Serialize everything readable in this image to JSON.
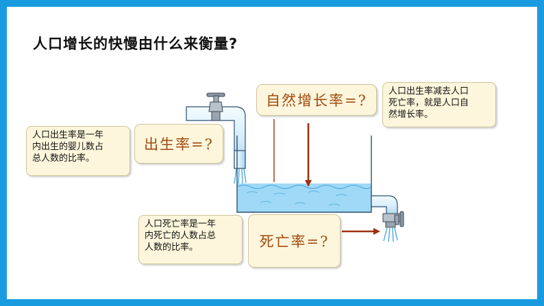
{
  "title": "人口增长的快慢由什么来衡量?",
  "formulas": {
    "natural_growth": "自然增长率=?",
    "birth": "出生率=?",
    "death": "死亡率=?"
  },
  "notes": {
    "natural_growth": "人口出生率减去人口\n死亡率，就是人口自\n然增长率。",
    "birth": "人口出生率是一年\n内出生的婴儿数占\n总人数的比率。",
    "death": "人口死亡率是一年\n内死亡的人数占总\n人数的比率。"
  },
  "colors": {
    "border": "#1a9be0",
    "water": "#9fd9f7",
    "arrow": "#a0300e",
    "formula_text": "#a04a0e",
    "note_bg": "#fdf6dc"
  }
}
